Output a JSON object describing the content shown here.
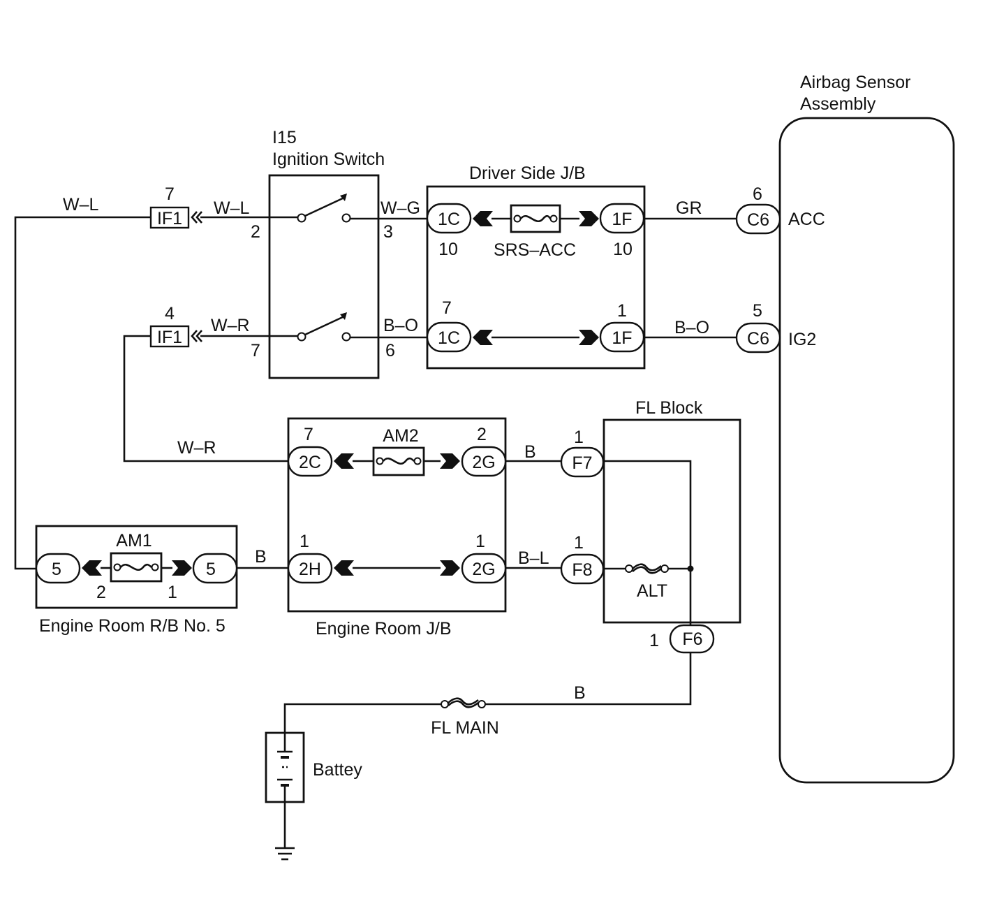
{
  "airbag_sensor": {
    "title_line1": "Airbag Sensor",
    "title_line2": "Assembly",
    "terminal_acc": "ACC",
    "terminal_ig2": "IG2"
  },
  "ignition_switch": {
    "code": "I15",
    "name": "Ignition Switch",
    "pin_2": "2",
    "pin_3": "3",
    "pin_7": "7",
    "pin_6": "6"
  },
  "driver_jb": {
    "title": "Driver Side J/B",
    "fuse": "SRS–ACC",
    "conn_1c": "1C",
    "conn_1f": "1F",
    "pin_1c_top": "10",
    "pin_1f_top": "10",
    "pin_1c_bottom": "7",
    "pin_1f_bottom": "1"
  },
  "inline_connectors": {
    "if1": "IF1",
    "if1_top_pin": "7",
    "if1_bottom_pin": "4"
  },
  "airbag_connectors": {
    "c6": "C6",
    "c6_acc_pin": "6",
    "c6_ig2_pin": "5"
  },
  "wires": {
    "wl_outer": "W–L",
    "wl_inner": "W–L",
    "wr_inner": "W–R",
    "wr_lower": "W–R",
    "wg": "W–G",
    "bo_left": "B–O",
    "bo_right": "B–O",
    "gr": "GR",
    "b_rb_jb": "B",
    "b_jb_f7": "B",
    "bl_jb_f8": "B–L",
    "b_main": "B"
  },
  "engine_room_jb": {
    "title": "Engine Room J/B",
    "fuse": "AM2",
    "conn_2c": "2C",
    "conn_2g": "2G",
    "conn_2h": "2H",
    "pin_2c": "7",
    "pin_2g_top": "2",
    "pin_2h": "1",
    "pin_2g_bottom": "1"
  },
  "engine_room_rb": {
    "title": "Engine Room R/B No. 5",
    "fuse": "AM1",
    "conn": "5",
    "pin_left": "2",
    "pin_right": "1"
  },
  "fl_block": {
    "title": "FL Block",
    "fuse_alt": "ALT",
    "conn_f7": "F7",
    "conn_f8": "F8",
    "conn_f6": "F6",
    "pin_f7": "1",
    "pin_f8": "1",
    "pin_f6": "1"
  },
  "fl_main": {
    "label": "FL MAIN"
  },
  "battery": {
    "label": "Battey"
  },
  "colors": {
    "ink": "#111111",
    "background": "#ffffff"
  }
}
